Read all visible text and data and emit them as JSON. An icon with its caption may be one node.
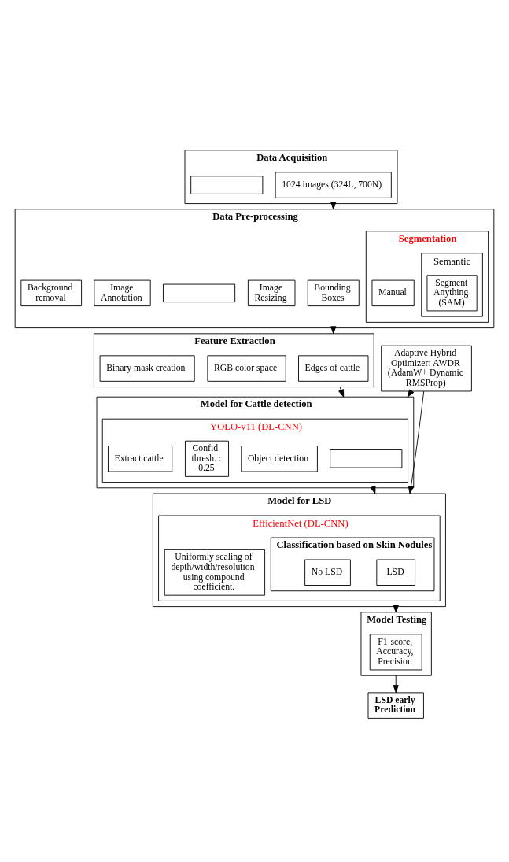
{
  "diagram": {
    "nodes": [
      {
        "text": [
          "Data Acquisition"
        ]
      },
      {
        "text": [
          "1024 images (324L, 700N)"
        ],
        "in": 0
      },
      {
        "text": [],
        "shape": "box",
        "in": 0
      },
      {
        "text": [
          "Data Pre-processing"
        ]
      },
      {
        "text": [
          "Bounding Boxes"
        ],
        "in": 3
      },
      {
        "text": [
          "Image Resizing"
        ],
        "in": 3
      },
      {
        "text": [],
        "shape": "box",
        "in": 3
      },
      {
        "text": [
          "Image Annotation"
        ],
        "in": 3
      },
      {
        "text": [
          "Background removal"
        ],
        "in": 3
      },
      {
        "text": [
          "Segmentation"
        ],
        "in": 3
      },
      {
        "text": [
          "Manual"
        ],
        "in": 9
      },
      {
        "text": [
          "Semantic"
        ],
        "in": 9
      },
      {
        "text": [
          "Segment Anything (SAM)"
        ],
        "in": 11
      },
      {
        "text": [
          "Feature Extraction"
        ]
      },
      {
        "text": [
          "Edges of cattle"
        ],
        "in": 13
      },
      {
        "text": [
          "RGB color space"
        ],
        "in": 13
      },
      {
        "text": [
          "Binary mask creation"
        ],
        "in": 13
      },
      {
        "text": [
          "Adaptive Hybrid Optimizer: AWDR (AdamW+ Dynamic RMSProp)"
        ]
      },
      {
        "text": [
          "Model for Cattle detection"
        ]
      },
      {
        "text": [
          "YOLO-v11 (DL-CNN)"
        ],
        "in": 18
      },
      {
        "text": [],
        "shape": "box",
        "in": 19
      },
      {
        "text": [
          "Object detection"
        ],
        "in": 19
      },
      {
        "text": [
          "Confid. thresh. : 0.25"
        ],
        "in": 19
      },
      {
        "text": [
          "Extract cattle"
        ],
        "in": 19
      },
      {
        "text": [
          "Model for LSD"
        ]
      },
      {
        "text": [
          "EfficientNet (DL-CNN)"
        ],
        "in": 24
      },
      {
        "text": [
          "Classification based on Skin Nodules"
        ],
        "in": 25
      },
      {
        "text": [
          "LSD"
        ],
        "in": 26
      },
      {
        "text": [
          "No LSD"
        ],
        "in": 26
      },
      {
        "text": [
          "Uniformly scaling of depth/width/resolution using compound coefficient."
        ],
        "in": 25
      },
      {
        "text": [
          "Model Testing"
        ]
      },
      {
        "text": [
          "F1-score, Accuracy, Precision"
        ],
        "in": 30
      },
      {
        "text": [
          "LSD early Prediction"
        ]
      }
    ],
    "edges": [
      {
        "from": 0,
        "to": 3,
        "arrow": "to"
      },
      {
        "from": 3,
        "to": 13,
        "arrow": "to"
      },
      {
        "from": 13,
        "to": 18,
        "arrow": "to"
      },
      {
        "from": 17,
        "to": 18,
        "arrow": "to"
      },
      {
        "from": 18,
        "to": 24,
        "arrow": "to"
      },
      {
        "from": 17,
        "to": 24,
        "arrow": "to"
      },
      {
        "from": 24,
        "to": 30,
        "arrow": "to"
      },
      {
        "from": 30,
        "to": 32,
        "arrow": "to"
      }
    ]
  }
}
